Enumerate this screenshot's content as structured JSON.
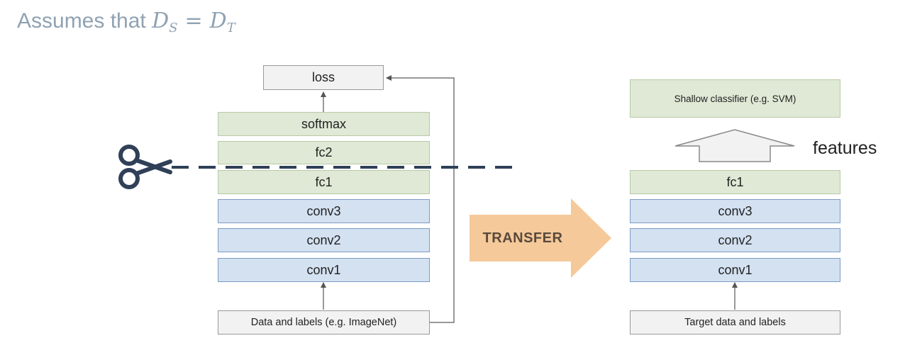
{
  "title": {
    "prefix": "Assumes that",
    "lhs_main": "D",
    "lhs_sub": "S",
    "operator": "=",
    "rhs_main": "D",
    "rhs_sub": "T"
  },
  "source_network": {
    "loss": "loss",
    "softmax": "softmax",
    "fc2": "fc2",
    "fc1": "fc1",
    "conv3": "conv3",
    "conv2": "conv2",
    "conv1": "conv1",
    "data": "Data and labels (e.g. ImageNet)"
  },
  "transfer": {
    "label": "TRANSFER"
  },
  "target_network": {
    "classifier": "Shallow classifier (e.g. SVM)",
    "features_label": "features",
    "fc1": "fc1",
    "conv3": "conv3",
    "conv2": "conv2",
    "conv1": "conv1",
    "data": "Target data and labels"
  },
  "colors": {
    "gray_box": "#f2f2f2",
    "green_box": "#dfe9d5",
    "blue_box": "#d3e1f1",
    "transfer_arrow": "#f5c99a",
    "dashed_cut_line": "#2f4057",
    "title_text": "#8fa2b2"
  },
  "icons": {
    "cut": "scissors-icon"
  }
}
